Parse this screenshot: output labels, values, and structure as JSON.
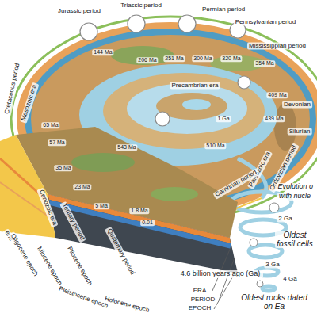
{
  "diagram": {
    "labels": [
      "Jurassic period",
      "Triassic period",
      "Permian period",
      "Pennsylvanian period",
      "Mississippian period",
      "Devonian",
      "Silurian",
      "Cretaceous period",
      "Mesozoic era",
      "144 Ma",
      "206 Ma",
      "251 Ma",
      "300 Ma",
      "320 Ma",
      "354 Ma",
      "409 Ma",
      "439 Ma",
      "65 Ma",
      "57 Ma",
      "35 Ma",
      "23 Ma",
      "5 Ma",
      "1.8 Ma",
      "0.01",
      "Precambrian era",
      "1 Ga",
      "543 Ma",
      "510 Ma",
      "Paleozoic era",
      "Ordovician period",
      "Cambrian period",
      "Evolution o",
      "with nucle",
      "2 Ga",
      "Oldest fossil cells",
      "3 Ga",
      "4 Ga",
      "4.6 billion years ago (Ga)",
      "Oldest rocks dated on Ea",
      "Cenozoic era",
      "Tertiary period",
      "Quaternary period",
      "ene",
      "Oligocene epoch",
      "Miocene epoch",
      "Pliocene epoch",
      "Pleistocene epoch",
      "Holocene epoch",
      "ERA",
      "PERIOD",
      "EPOCH"
    ]
  }
}
